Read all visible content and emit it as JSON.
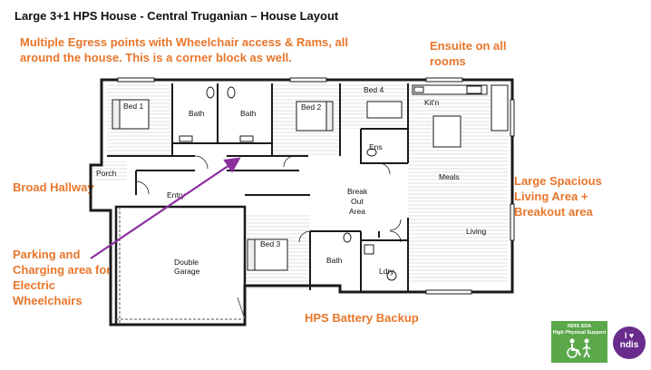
{
  "title": "Large 3+1 HPS House - Central Truganian – House Layout",
  "callouts": {
    "egress_line1": "Multiple Egress points with Wheelchair access & Rams, all",
    "egress_line2": "around the house.  This is a corner block as well.",
    "ensuite_line1": "Ensuite on all",
    "ensuite_line2": "rooms",
    "hallway": "Broad Hallway",
    "living_line1": "Large Spacious",
    "living_line2": "Living Area +",
    "living_line3": "Breakout area",
    "parking_line1": "Parking and",
    "parking_line2": "Charging area for",
    "parking_line3": "Electric",
    "parking_line4": "Wheelchairs",
    "battery": "HPS Battery Backup"
  },
  "rooms": {
    "bed1": "Bed 1",
    "bath1": "Bath",
    "bath2": "Bath",
    "bed2": "Bed 2",
    "bed4": "Bed 4",
    "kitchen": "Kit'n",
    "ens": "Ens",
    "porch": "Porch",
    "entry": "Entry",
    "meals": "Meals",
    "breakout1": "Break",
    "breakout2": "Out",
    "breakout3": "Area",
    "bed3": "Bed 3",
    "bath3": "Bath",
    "living": "Living",
    "ldry": "Ldry",
    "garage1": "Double",
    "garage2": "Garage"
  },
  "badges": {
    "sda_line1": "NDIS SDA",
    "sda_line2": "High Physical Support",
    "ndis_i": "I",
    "ndis_text": "ndis"
  },
  "colors": {
    "accent": "#e8762b",
    "arrow": "#8b2f9c",
    "sda_green": "#5aa84a",
    "ndis_purple": "#6a2c8c"
  }
}
